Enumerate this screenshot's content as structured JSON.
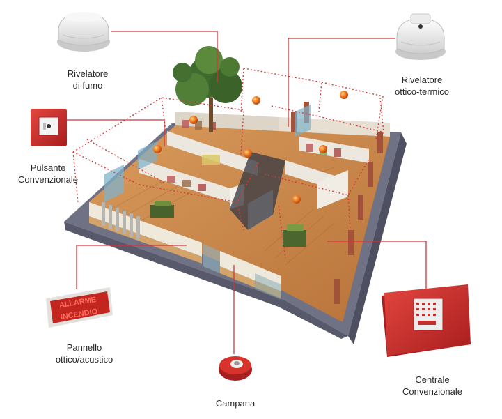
{
  "labels": {
    "smoke_detector": [
      "Rivelatore",
      "di fumo"
    ],
    "optical_thermal_detector": [
      "Rivelatore",
      "ottico-termico"
    ],
    "manual_call_point": [
      "Pulsante",
      "Convenzionale"
    ],
    "alarm_panel": [
      "Pannello",
      "ottico/acustico"
    ],
    "bell": [
      "Campana"
    ],
    "control_unit": [
      "Centrale",
      "Convenzionale"
    ]
  },
  "alarm_sign_text": [
    "ALLARME",
    "INCENDIO"
  ],
  "colors": {
    "leader_line": "#d0343c",
    "detection_zone": "#d23a3a",
    "device_red": "#cf2a2a",
    "floor_wood": "#c9864a",
    "wall": "#e9e5dc",
    "base_slab": "#6f7185"
  }
}
